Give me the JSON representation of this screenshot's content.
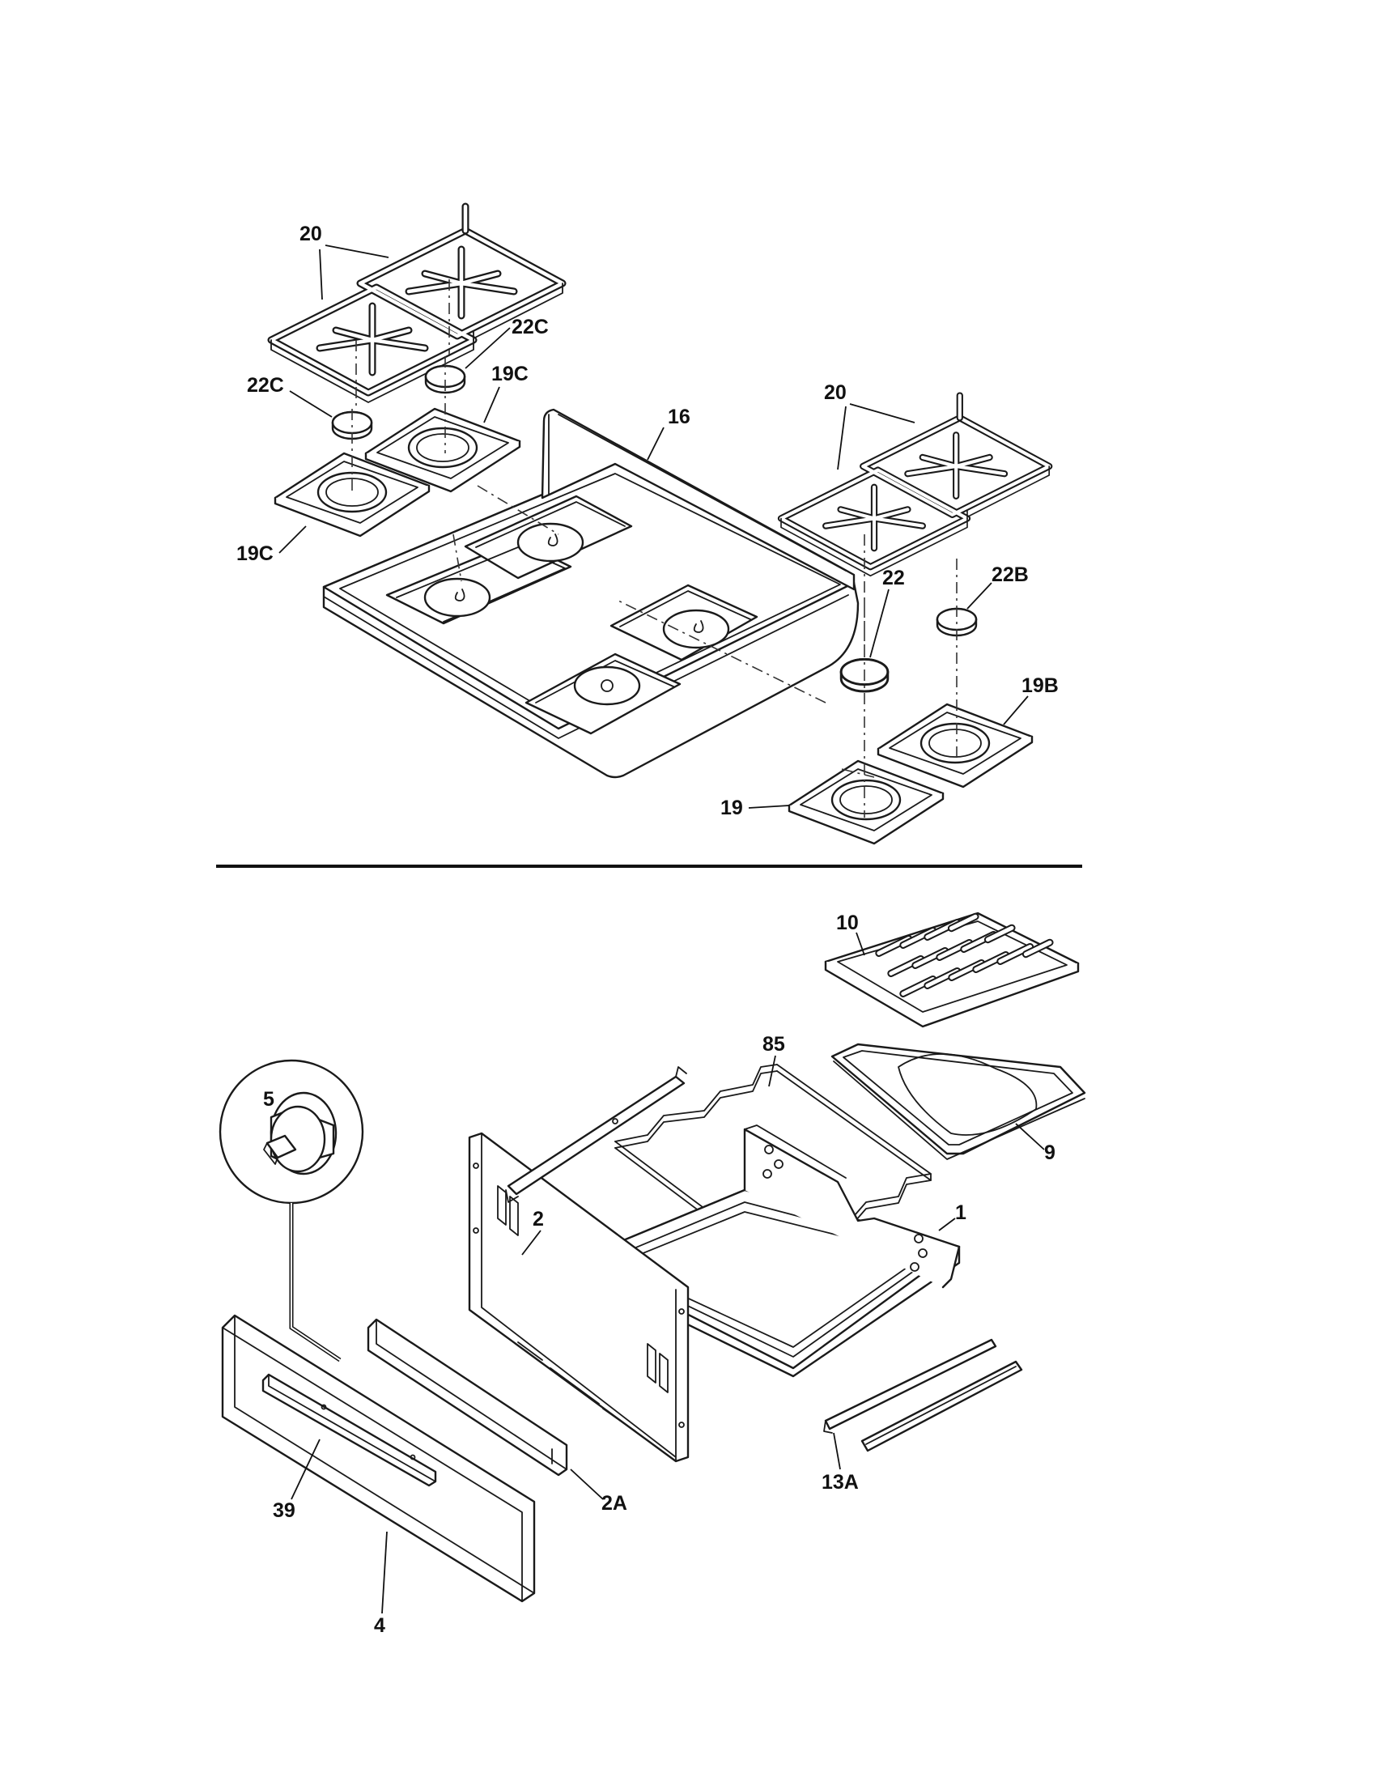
{
  "callouts": {
    "grate_left": "20",
    "cap_left_top": "22C",
    "cap_left_bottom": "22C",
    "bowl_left_top": "19C",
    "bowl_left_bottom": "19C",
    "cooktop": "16",
    "grate_right": "20",
    "cap_right_front": "22",
    "cap_right_back": "22B",
    "bowl_right_back": "19B",
    "bowl_right_front": "19",
    "broiler_grid": "10",
    "broiler_pan": "9",
    "rack": "85",
    "knob": "5",
    "drawer_body": "1",
    "drawer_back": "2",
    "drawer_side": "2A",
    "drawer_front": "4",
    "handle": "39",
    "drawer_slide": "13A"
  }
}
